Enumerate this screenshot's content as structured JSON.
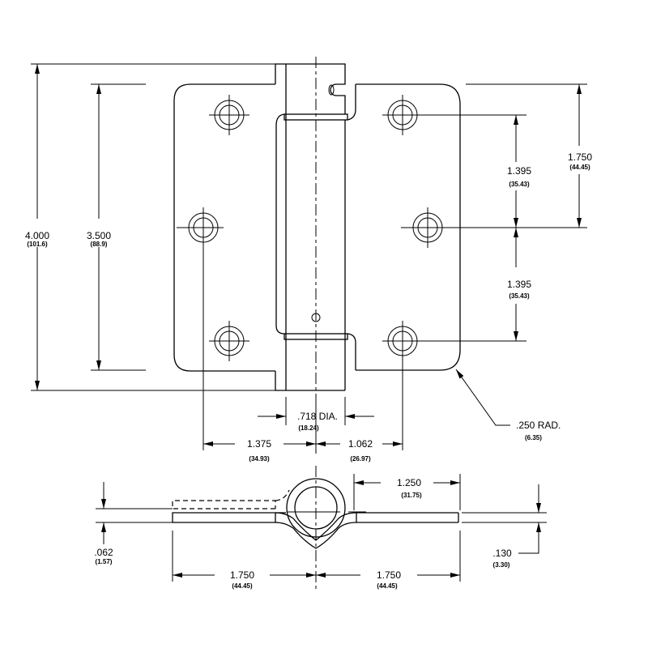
{
  "drawing": {
    "dims": {
      "overall_height": {
        "value": "4.000",
        "metric": "(101.6)"
      },
      "hole_span_left": {
        "value": "3.500",
        "metric": "(88.9)"
      },
      "top_to_center": {
        "value": "1.750",
        "metric": "(44.45)"
      },
      "hole_pitch_upper": {
        "value": "1.395",
        "metric": "(35.43)"
      },
      "hole_pitch_lower": {
        "value": "1.395",
        "metric": "(35.43)"
      },
      "barrel_dia": {
        "value": ".718 DIA.",
        "metric": "(18.24)"
      },
      "left_hole_offset": {
        "value": "1.375",
        "metric": "(34.93)"
      },
      "right_hole_offset": {
        "value": "1.062",
        "metric": "(26.97)"
      },
      "corner_radius": {
        "value": ".250 RAD.",
        "metric": "(6.35)"
      },
      "knuckle_offset": {
        "value": "1.250",
        "metric": "(31.75)"
      },
      "thickness": {
        "value": ".062",
        "metric": "(1.57)"
      },
      "closed_thickness": {
        "value": ".130",
        "metric": "(3.30)"
      },
      "leaf_width_left": {
        "value": "1.750",
        "metric": "(44.45)"
      },
      "leaf_width_right": {
        "value": "1.750",
        "metric": "(44.45)"
      }
    }
  }
}
